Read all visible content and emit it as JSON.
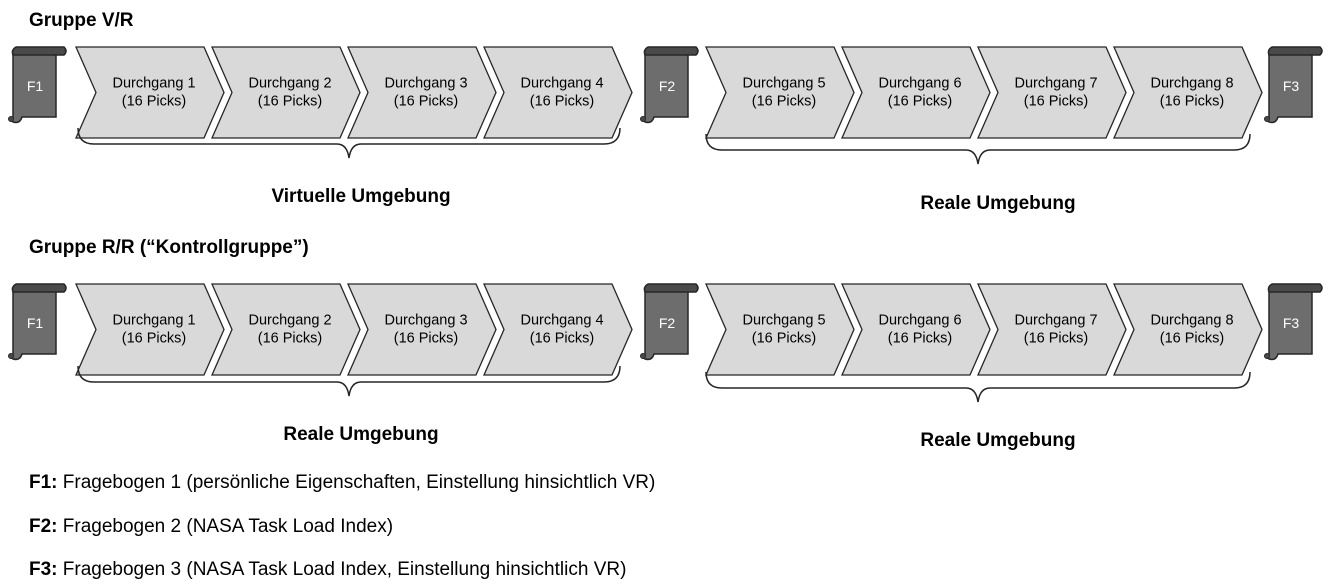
{
  "groups": [
    {
      "title": "Gruppe V/R",
      "forms": [
        "F1",
        "F2",
        "F3"
      ],
      "passes": [
        {
          "label": "Durchgang 1",
          "sub": "(16 Picks)"
        },
        {
          "label": "Durchgang 2",
          "sub": "(16 Picks)"
        },
        {
          "label": "Durchgang 3",
          "sub": "(16 Picks)"
        },
        {
          "label": "Durchgang 4",
          "sub": "(16 Picks)"
        },
        {
          "label": "Durchgang 5",
          "sub": "(16 Picks)"
        },
        {
          "label": "Durchgang 6",
          "sub": "(16 Picks)"
        },
        {
          "label": "Durchgang 7",
          "sub": "(16 Picks)"
        },
        {
          "label": "Durchgang 8",
          "sub": "(16 Picks)"
        }
      ],
      "braces": [
        "Virtuelle Umgebung",
        "Reale Umgebung"
      ]
    },
    {
      "title": "Gruppe R/R (“Kontrollgruppe”)",
      "forms": [
        "F1",
        "F2",
        "F3"
      ],
      "passes": [
        {
          "label": "Durchgang 1",
          "sub": "(16 Picks)"
        },
        {
          "label": "Durchgang 2",
          "sub": "(16 Picks)"
        },
        {
          "label": "Durchgang 3",
          "sub": "(16 Picks)"
        },
        {
          "label": "Durchgang 4",
          "sub": "(16 Picks)"
        },
        {
          "label": "Durchgang 5",
          "sub": "(16 Picks)"
        },
        {
          "label": "Durchgang 6",
          "sub": "(16 Picks)"
        },
        {
          "label": "Durchgang 7",
          "sub": "(16 Picks)"
        },
        {
          "label": "Durchgang 8",
          "sub": "(16 Picks)"
        }
      ],
      "braces": [
        "Reale Umgebung",
        "Reale Umgebung"
      ]
    }
  ],
  "legend": [
    {
      "key": "F1:",
      "text": " Fragebogen 1 (persönliche Eigenschaften, Einstellung hinsichtlich VR)"
    },
    {
      "key": "F2:",
      "text": " Fragebogen 2 (NASA Task Load Index)"
    },
    {
      "key": "F3:",
      "text": " Fragebogen 3 (NASA Task Load Index,  Einstellung hinsichtlich VR)"
    }
  ],
  "colors": {
    "chevron_fill": "#d9d9d9",
    "scroll_fill": "#6d6d6d",
    "scroll_dark": "#4a4a4a",
    "stroke": "#262626"
  }
}
